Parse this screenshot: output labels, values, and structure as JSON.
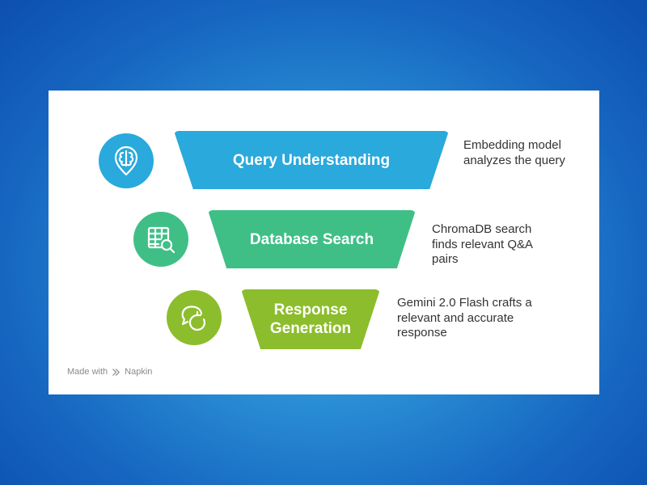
{
  "steps": [
    {
      "label": "Query Understanding",
      "description": "Embedding model analyzes the query",
      "icon": "brain-location-icon",
      "color": "#29a9dc"
    },
    {
      "label": "Database Search",
      "description": "ChromaDB search finds relevant Q&A pairs",
      "icon": "table-search-icon",
      "color": "#3fbf86"
    },
    {
      "label_line1": "Response",
      "label_line2": "Generation",
      "description": "Gemini 2.0 Flash crafts a relevant and accurate response",
      "icon": "chat-refresh-icon",
      "color": "#8cbd2c"
    }
  ],
  "footer": {
    "prefix": "Made with",
    "brand": "Napkin"
  }
}
